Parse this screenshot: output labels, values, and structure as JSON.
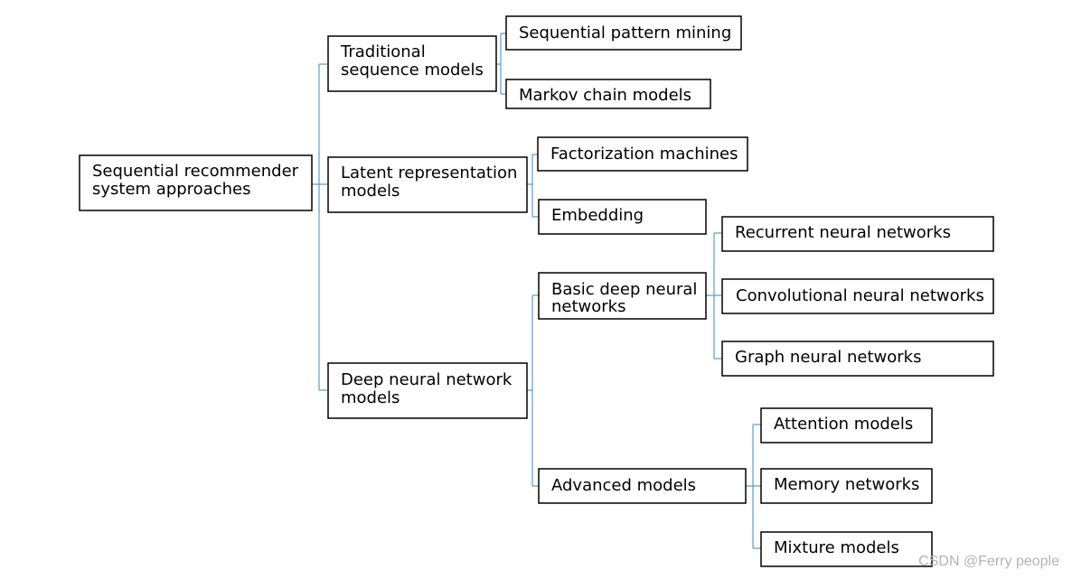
{
  "colors": {
    "connector": "#5b9bd5",
    "box_border": "#000000",
    "text": "#000000",
    "watermark": "#b3b3b3"
  },
  "nodes": {
    "root": {
      "lines": [
        "Sequential recommender",
        "system approaches"
      ]
    },
    "traditional": {
      "lines": [
        "Traditional",
        "sequence models"
      ]
    },
    "latent": {
      "lines": [
        "Latent representation",
        "models"
      ]
    },
    "deep": {
      "lines": [
        "Deep neural network",
        "models"
      ]
    },
    "sequential_pattern": {
      "lines": [
        "Sequential pattern mining"
      ]
    },
    "markov": {
      "lines": [
        "Markov chain models"
      ]
    },
    "factorization": {
      "lines": [
        "Factorization machines"
      ]
    },
    "embedding": {
      "lines": [
        "Embedding"
      ]
    },
    "basic_deep": {
      "lines": [
        "Basic deep neural",
        "networks"
      ]
    },
    "advanced": {
      "lines": [
        "Advanced models"
      ]
    },
    "recurrent": {
      "lines": [
        "Recurrent neural networks"
      ]
    },
    "convolutional": {
      "lines": [
        "Convolutional neural networks"
      ]
    },
    "graph": {
      "lines": [
        "Graph neural networks"
      ]
    },
    "attention": {
      "lines": [
        "Attention models"
      ]
    },
    "memory": {
      "lines": [
        "Memory networks"
      ]
    },
    "mixture": {
      "lines": [
        "Mixture models"
      ]
    }
  },
  "watermark": "CSDN @Ferry people"
}
